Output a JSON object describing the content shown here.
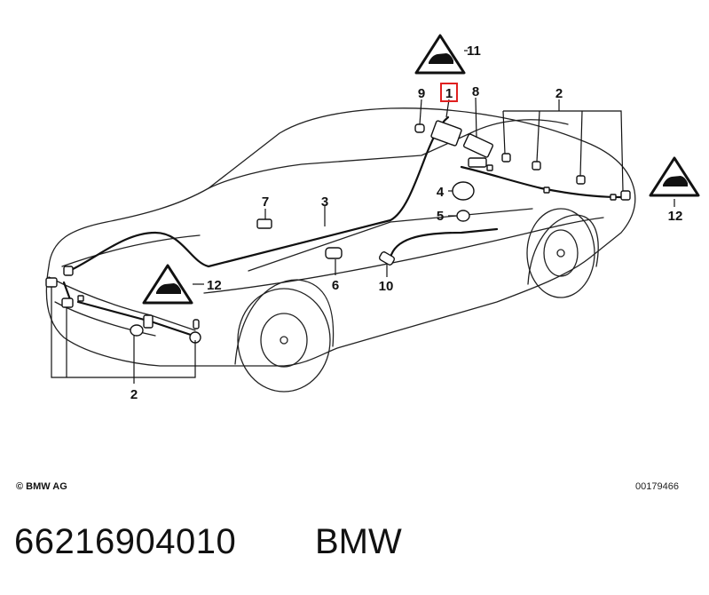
{
  "diagram": {
    "callouts": {
      "c1": "1",
      "c2_top": "2",
      "c2_bottom": "2",
      "c3": "3",
      "c4": "4",
      "c5": "5",
      "c6": "6",
      "c7": "7",
      "c8": "8",
      "c9": "9",
      "c10": "10",
      "c11": "11",
      "c12_right": "12",
      "c12_left": "12"
    },
    "highlight_color": "#e02020"
  },
  "footer": {
    "copyright": "© BMW AG",
    "doc_number": "00179466",
    "part_number": "66216904010",
    "brand": "BMW"
  }
}
